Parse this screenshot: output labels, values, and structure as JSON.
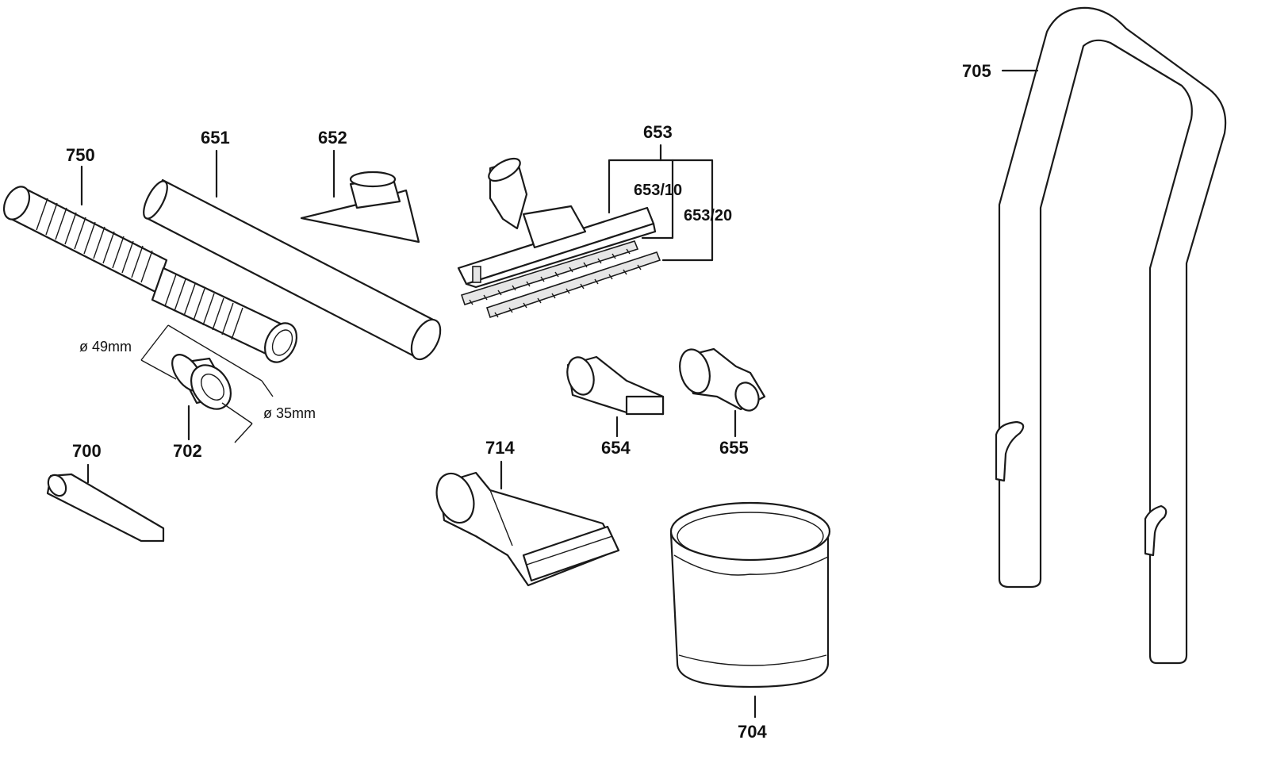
{
  "labels": {
    "p750": "750",
    "p651": "651",
    "p652": "652",
    "p653": "653",
    "p653_10": "653/10",
    "p653_20": "653/20",
    "p705": "705",
    "p700": "700",
    "p702": "702",
    "p714": "714",
    "p654": "654",
    "p655": "655",
    "p704": "704"
  },
  "dimensions": {
    "d49": "ø 49mm",
    "d35": "ø 35mm"
  }
}
